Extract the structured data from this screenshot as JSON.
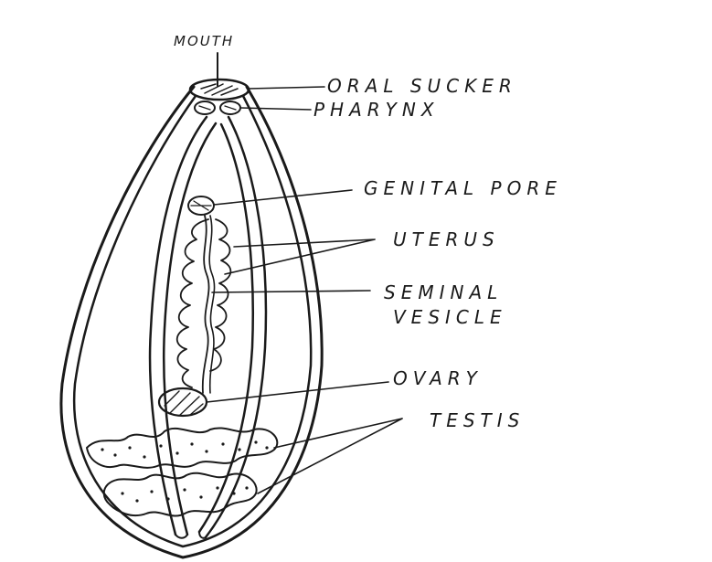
{
  "labels": {
    "mouth": "MOUTH",
    "oral_sucker": "ORAL SUCKER",
    "pharynx": "PHARYNX",
    "genital_pore": "GENITAL PORE",
    "uterus": "UTERUS",
    "seminal_line1": "SEMINAL",
    "seminal_line2": "VESICLE",
    "ovary": "OVARY",
    "testis": "TESTIS"
  },
  "colors": {
    "ink": "#1a1a1a",
    "paper": "#ffffff"
  }
}
